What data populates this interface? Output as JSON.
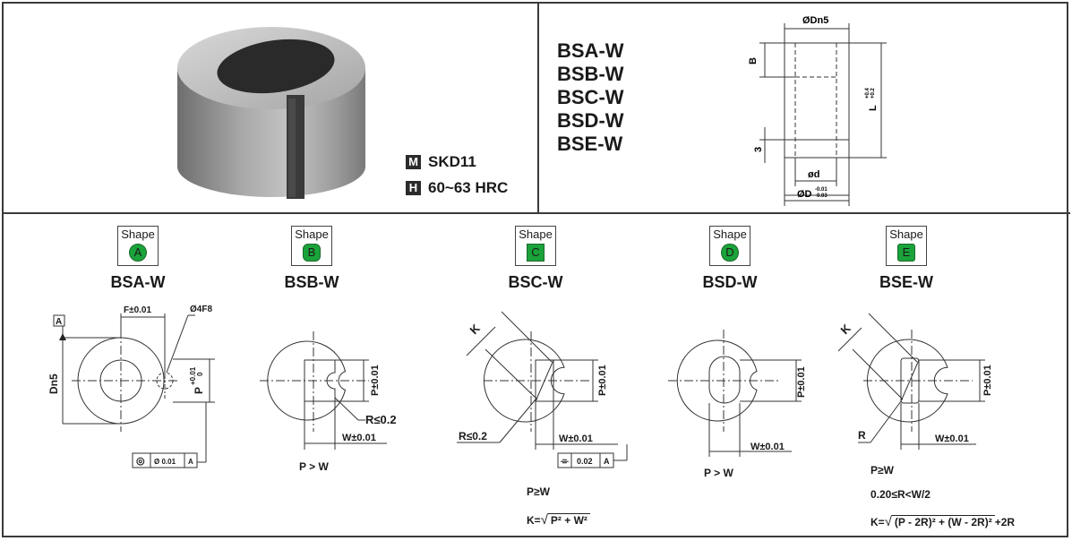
{
  "header": {
    "material_badge": "M",
    "material": "SKD11",
    "hardness_badge": "H",
    "hardness": "60~63 HRC",
    "models": [
      "BSA-W",
      "BSB-W",
      "BSC-W",
      "BSD-W",
      "BSE-W"
    ]
  },
  "section_drawing": {
    "dn5": "ØDn5",
    "b": "B",
    "l": "L",
    "l_tol_upper": "+0.4",
    "l_tol_lower": "+0.2",
    "three": "3",
    "d": "ød",
    "D": "ØD",
    "D_tol_upper": "-0.01",
    "D_tol_lower": "-0.03"
  },
  "shapes": [
    {
      "badge": "Shape",
      "letter": "A",
      "model": "BSA-W"
    },
    {
      "badge": "Shape",
      "letter": "B",
      "model": "BSB-W"
    },
    {
      "badge": "Shape",
      "letter": "C",
      "model": "BSC-W"
    },
    {
      "badge": "Shape",
      "letter": "D",
      "model": "BSD-W"
    },
    {
      "badge": "Shape",
      "letter": "E",
      "model": "BSE-W"
    }
  ],
  "dims": {
    "a_datum": "A",
    "a_f": "F±0.01",
    "a_hole": "Ø4F8",
    "a_dn5": "Dn5",
    "a_p": "P",
    "a_p_tol_upper": "+0.01",
    "a_p_tol_lower": "0",
    "a_gdt_sym": "◎",
    "a_gdt_val": "Ø 0.01",
    "a_gdt_ref": "A",
    "b_p": "P±0.01",
    "b_r": "R≤0.2",
    "b_w": "W±0.01",
    "b_note": "P > W",
    "c_k": "K",
    "c_p": "P±0.01",
    "c_r": "R≤0.2",
    "c_w": "W±0.01",
    "c_gdt_sym": "⌯",
    "c_gdt_val": "0.02",
    "c_gdt_ref": "A",
    "c_note1": "P≥W",
    "c_note2_prefix": "K=",
    "c_note2_expr": "P² + W²",
    "d_p": "P±0.01",
    "d_w": "W±0.01",
    "d_note": "P > W",
    "e_k": "K",
    "e_p": "P±0.01",
    "e_r": "R",
    "e_w": "W±0.01",
    "e_note1": "P≥W",
    "e_note2": "0.20≤R<W/2",
    "e_note3_prefix": "K=",
    "e_note3_expr": "(P - 2R)² + (W - 2R)²",
    "e_note3_suffix": "+2R"
  }
}
